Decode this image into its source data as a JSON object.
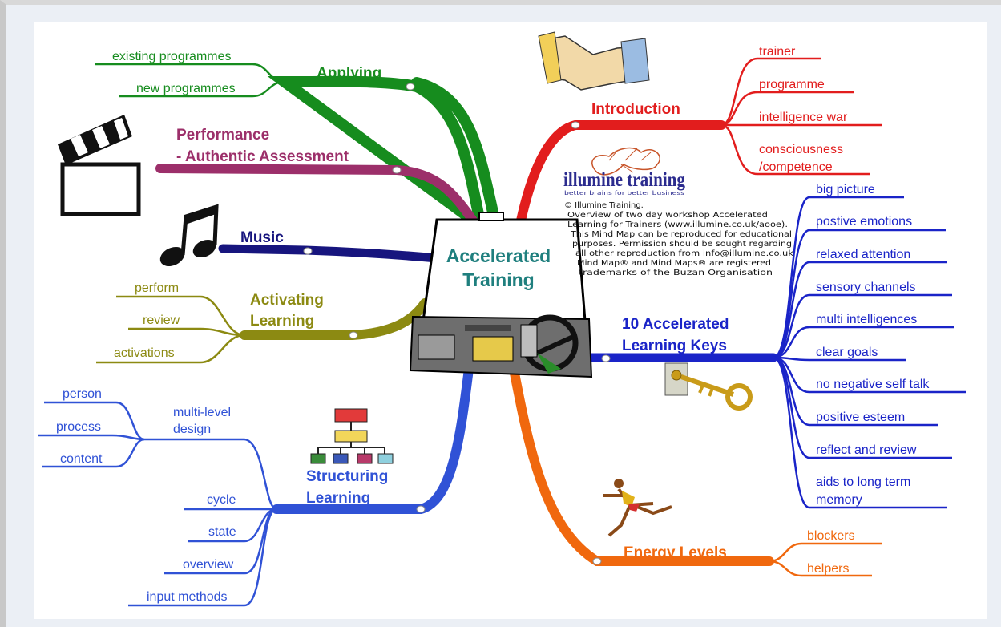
{
  "center": {
    "line1": "Accelerated",
    "line2": "Training"
  },
  "branches": {
    "applying": {
      "title": "Applying",
      "color": "#168c1e",
      "items": [
        "existing programmes",
        "new programmes"
      ]
    },
    "performance": {
      "title_line1": "Performance",
      "title_line2": "- Authentic Assessment",
      "color": "#9c2f6a"
    },
    "music": {
      "title": "Music",
      "color": "#17157e"
    },
    "activating": {
      "title_line1": "Activating",
      "title_line2": "Learning",
      "color": "#8c8a12",
      "items": [
        "perform",
        "review",
        "activations"
      ]
    },
    "structuring": {
      "title_line1": "Structuring",
      "title_line2": "Learning",
      "color": "#3052d6",
      "subbranch": {
        "title_line1": "multi-level",
        "title_line2": "design",
        "items": [
          "person",
          "process",
          "content"
        ]
      },
      "items": [
        "cycle",
        "state",
        "overview",
        "input methods"
      ]
    },
    "introduction": {
      "title": "Introduction",
      "color": "#e21d1d",
      "items": [
        "trainer",
        "programme",
        "intelligence war",
        "consciousness",
        "/competence"
      ]
    },
    "keys": {
      "title_line1": "10 Accelerated",
      "title_line2": "Learning Keys",
      "color": "#1a24c8",
      "items": [
        "big picture",
        "postive emotions",
        "relaxed attention",
        "sensory channels",
        "multi intelligences",
        "clear goals",
        "no negative self talk",
        "positive esteem",
        "reflect and review",
        "aids to long term",
        " memory"
      ]
    },
    "energy": {
      "title": "Energy Levels",
      "color": "#f0680e",
      "items": [
        "blockers",
        "helpers"
      ]
    }
  },
  "logo": {
    "text": "illumine training",
    "tagline": "better brains for better business"
  },
  "copyright": [
    "© Illumine Training.",
    "Overview of two day workshop Accelerated",
    "Learning for Trainers (www.illumine.co.uk/aooe).",
    "This Mind Map can be reproduced for educational",
    "purposes. Permission should be sought regarding",
    "all other reproduction from info@illumine.co.uk",
    "Mind Map® and Mind Maps® are registered",
    "trademarks of the Buzan Organisation"
  ]
}
